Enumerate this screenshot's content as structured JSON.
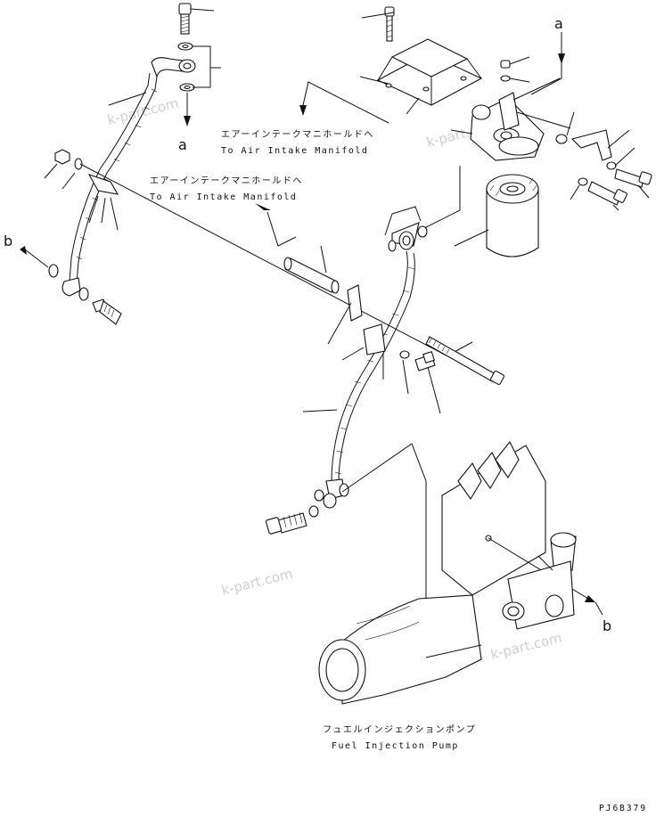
{
  "labels": {
    "air_intake_1_jp": "エアーインテークマニホールドへ",
    "air_intake_1_en": "To Air Intake Manifold",
    "air_intake_2_jp": "エアーインテークマニホールドへ",
    "air_intake_2_en": "To Air Intake Manifold",
    "fuel_pump_jp": "フュエルインジェクションポンプ",
    "fuel_pump_en": "Fuel Injection Pump"
  },
  "refs": {
    "a_top": "a",
    "a_left": "a",
    "b_left": "b",
    "b_right": "b"
  },
  "watermarks": [
    "k-part.com",
    "k-part.com",
    "k-part.com",
    "k-part.com"
  ],
  "drawing_code": "PJ6B379"
}
